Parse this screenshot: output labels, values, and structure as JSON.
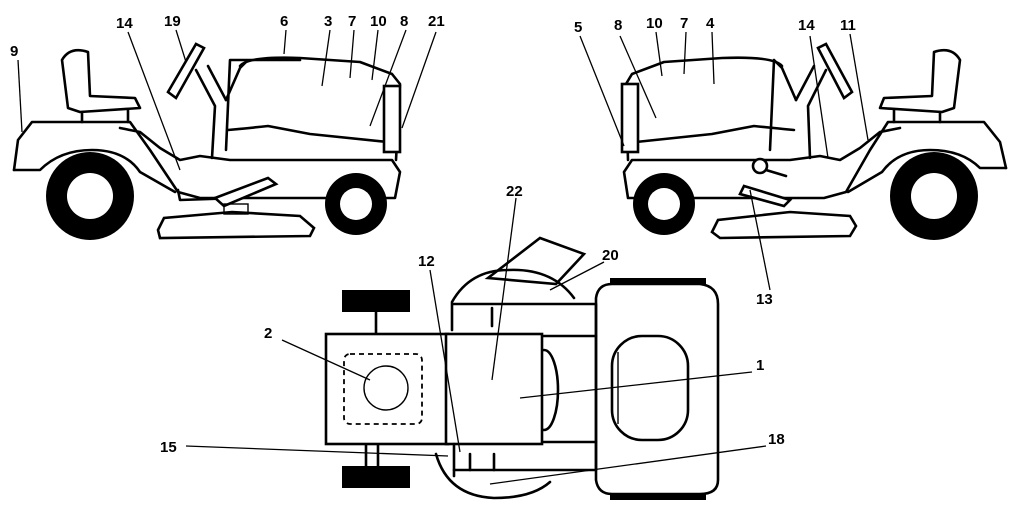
{
  "callouts": [
    {
      "key": "c9",
      "text": "9"
    },
    {
      "key": "c14a",
      "text": "14"
    },
    {
      "key": "c19",
      "text": "19"
    },
    {
      "key": "c6",
      "text": "6"
    },
    {
      "key": "c3",
      "text": "3"
    },
    {
      "key": "c7a",
      "text": "7"
    },
    {
      "key": "c10a",
      "text": "10"
    },
    {
      "key": "c8a",
      "text": "8"
    },
    {
      "key": "c21",
      "text": "21"
    },
    {
      "key": "c5",
      "text": "5"
    },
    {
      "key": "c8b",
      "text": "8"
    },
    {
      "key": "c10b",
      "text": "10"
    },
    {
      "key": "c7b",
      "text": "7"
    },
    {
      "key": "c4",
      "text": "4"
    },
    {
      "key": "c14b",
      "text": "14"
    },
    {
      "key": "c11",
      "text": "11"
    },
    {
      "key": "c22",
      "text": "22"
    },
    {
      "key": "c12",
      "text": "12"
    },
    {
      "key": "c20",
      "text": "20"
    },
    {
      "key": "c13",
      "text": "13"
    },
    {
      "key": "c2",
      "text": "2"
    },
    {
      "key": "c1",
      "text": "1"
    },
    {
      "key": "c15",
      "text": "15"
    },
    {
      "key": "c18",
      "text": "18"
    }
  ]
}
